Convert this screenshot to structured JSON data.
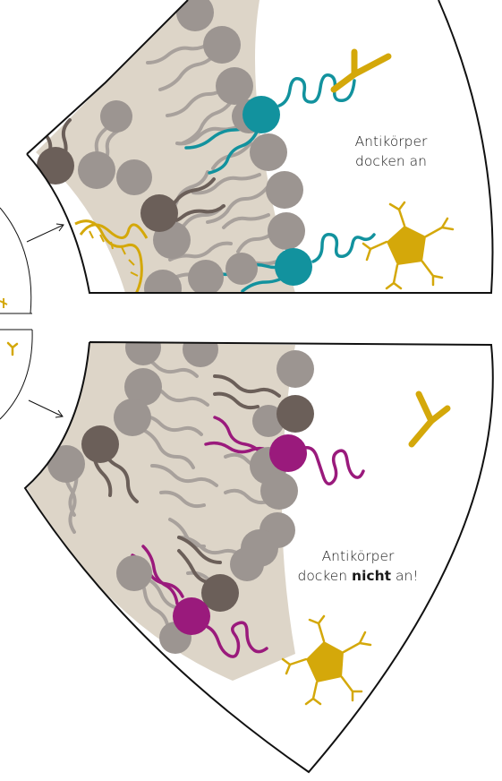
{
  "panels": {
    "top": {
      "caption_line1": "Antikörper",
      "caption_line2": "docken an"
    },
    "bottom": {
      "caption_line1": "Antikörper",
      "caption_line2_prefix": "docken ",
      "caption_line2_bold": "nicht",
      "caption_line2_suffix": " an!"
    }
  },
  "colors": {
    "membrane": "#ddd5c8",
    "lipid_light": "#9c9591",
    "lipid_dark": "#6b5f59",
    "marker_teal": "#12929e",
    "marker_magenta": "#9a1a7c",
    "antibody_gold": "#d4a80a",
    "outline": "#111111"
  },
  "icons": [
    "antibody-icon",
    "antigen-pentagon-icon",
    "dna-helix-icon",
    "arrow-icon"
  ]
}
